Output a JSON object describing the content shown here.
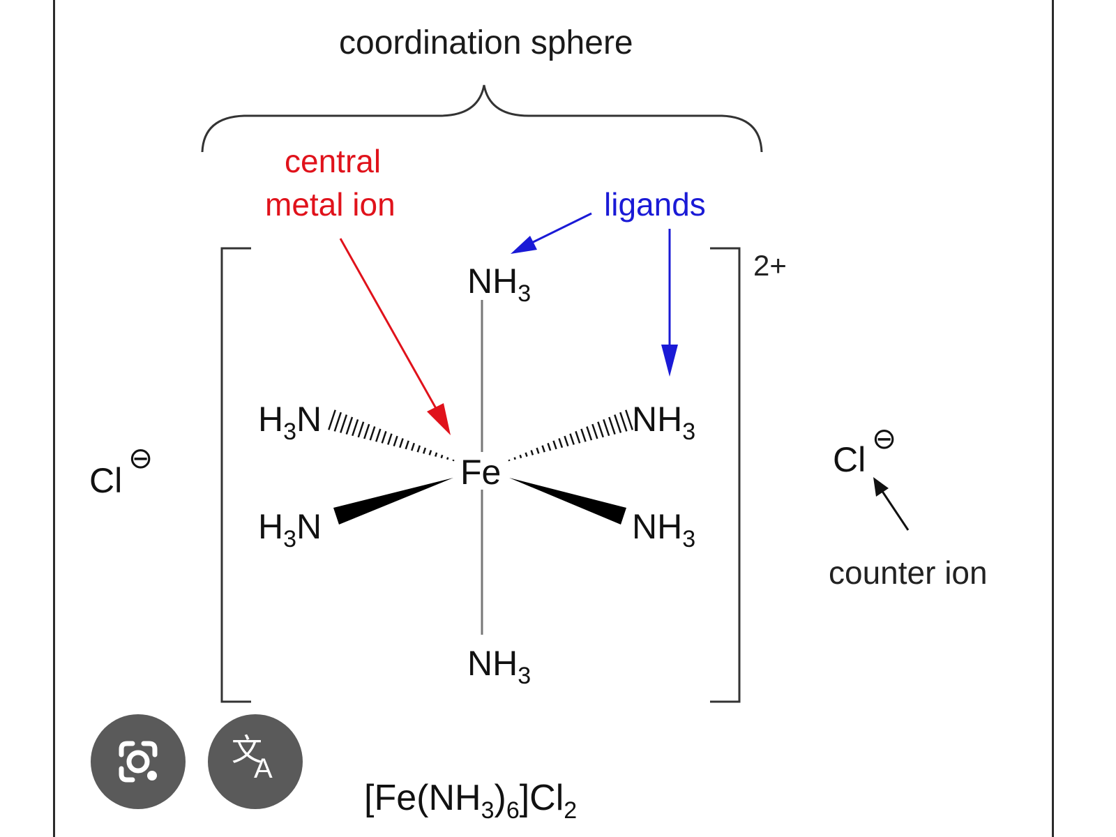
{
  "labels": {
    "coordination_sphere": "coordination sphere",
    "central_line1": "central",
    "central_line2": "metal ion",
    "ligands": "ligands",
    "charge": "2+",
    "counter_ion": "counter ion"
  },
  "atoms": {
    "ligand_symbol": "NH",
    "ligand_left_symbol": "H",
    "ligand_left_tail": "N",
    "ligand_subscript": "3",
    "metal": "Fe",
    "chloride": "Cl",
    "charge_symbol": "⊖"
  },
  "formula": {
    "open": "[Fe(NH",
    "sub1": "3",
    "mid": ")",
    "sub2": "6",
    "close": "]Cl",
    "sub3": "2"
  },
  "buttons": {
    "lens_icon": "lens-camera-icon",
    "translate_icon": "translate-icon",
    "translate_glyph_1": "文",
    "translate_glyph_2": "A"
  },
  "colors": {
    "central_label": "#e0121b",
    "ligands_label": "#1a1ad6",
    "button_bg": "#5a5a5a"
  }
}
